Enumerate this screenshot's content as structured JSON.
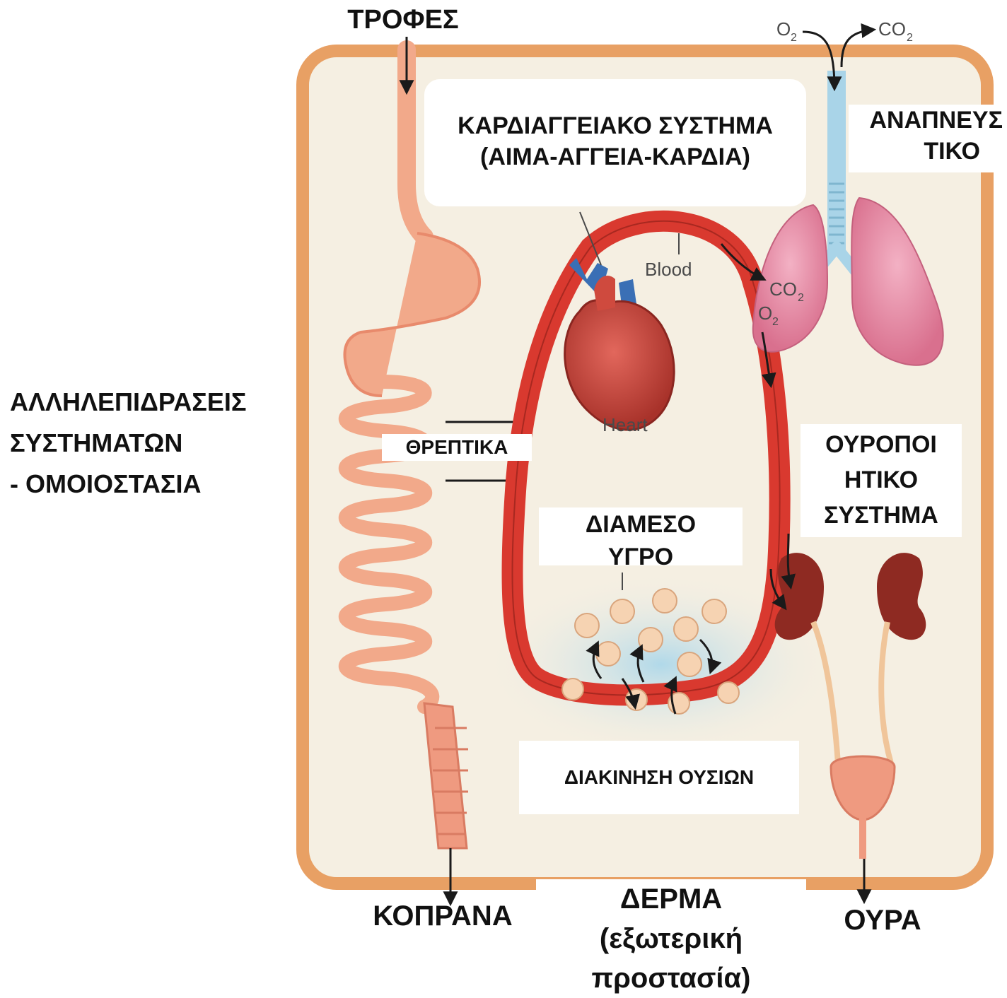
{
  "title": {
    "line1": "ΑΛΛΗΛΕΠΙΔΡΑΣΕΙΣ",
    "line2": "ΣΥΣΤΗΜΑΤΩΝ",
    "line3": "- ΟΜΟΙΟΣΤΑΣΙΑ"
  },
  "labels": {
    "food": "ΤΡΟΦΕΣ",
    "cardio_line1": "ΚΑΡΔΙΑΓΓΕΙΑΚΟ ΣΥΣΤΗΜΑ",
    "cardio_line2": "(ΑΙΜΑ-ΑΓΓΕΙΑ-ΚΑΡΔΙΑ)",
    "resp_line1": "ΑΝΑΠΝΕΥΣ",
    "resp_line2": "ΤΙΚΟ",
    "nutrients": "ΘΡΕΠΤΙΚΑ",
    "urinary_line1": "ΟΥΡΟΠΟΙ",
    "urinary_line2": "ΗΤΙΚΟ",
    "urinary_line3": "ΣΥΣΤΗΜΑ",
    "interstitial_line1": "ΔΙΑΜΕΣΟ",
    "interstitial_line2": "ΥΓΡΟ",
    "transport": "ΔΙΑΚΙΝΗΣΗ ΟΥΣΙΩΝ",
    "feces": "ΚΟΠΡΑΝΑ",
    "skin_line1": "ΔΕΡΜΑ",
    "skin_line2": "(εξωτερική",
    "skin_line3": "προστασία)",
    "urine": "ΟΥΡΑ"
  },
  "diagram_text": {
    "o2_top": "O",
    "o2_top_sub": "2",
    "co2_top": "CO",
    "co2_top_sub": "2",
    "blood": "Blood",
    "heart": "Heart",
    "co2_lung": "CO",
    "co2_lung_sub": "2",
    "o2_lung": "O",
    "o2_lung_sub": "2"
  },
  "colors": {
    "frame": "#e8a064",
    "frame_fill": "#f5efe2",
    "vessel": "#d9392f",
    "gut": "#f2a98a",
    "lung": "#e88ea8",
    "kidney": "#8e2a22",
    "trachea": "#a9d4e8",
    "fluid": "#bfe0ee"
  }
}
